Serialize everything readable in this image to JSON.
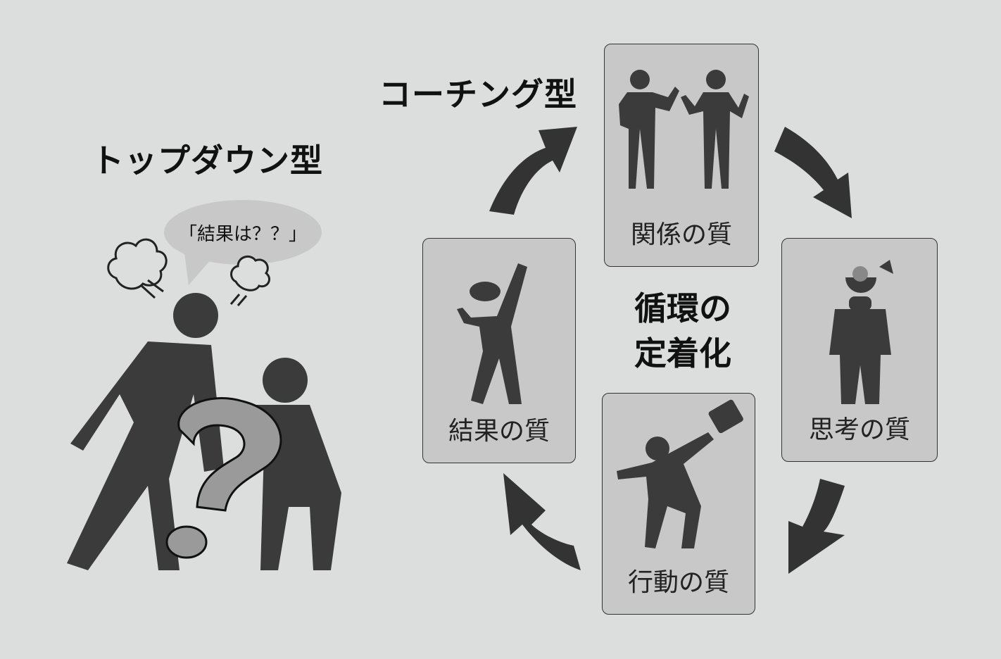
{
  "left_section": {
    "title": "トップダウン型",
    "speech_bubble": "「結果は？？」"
  },
  "right_section": {
    "title": "コーチング型",
    "center_line1": "循環の",
    "center_line2": "定着化",
    "cycle": [
      {
        "label": "関係の質"
      },
      {
        "label": "思考の質"
      },
      {
        "label": "行動の質"
      },
      {
        "label": "結果の質"
      }
    ]
  },
  "colors": {
    "background": "#dcdedd",
    "box": "#c8c8c8",
    "figure": "#3b3b3b",
    "question_mark": "#9a9a9a"
  }
}
